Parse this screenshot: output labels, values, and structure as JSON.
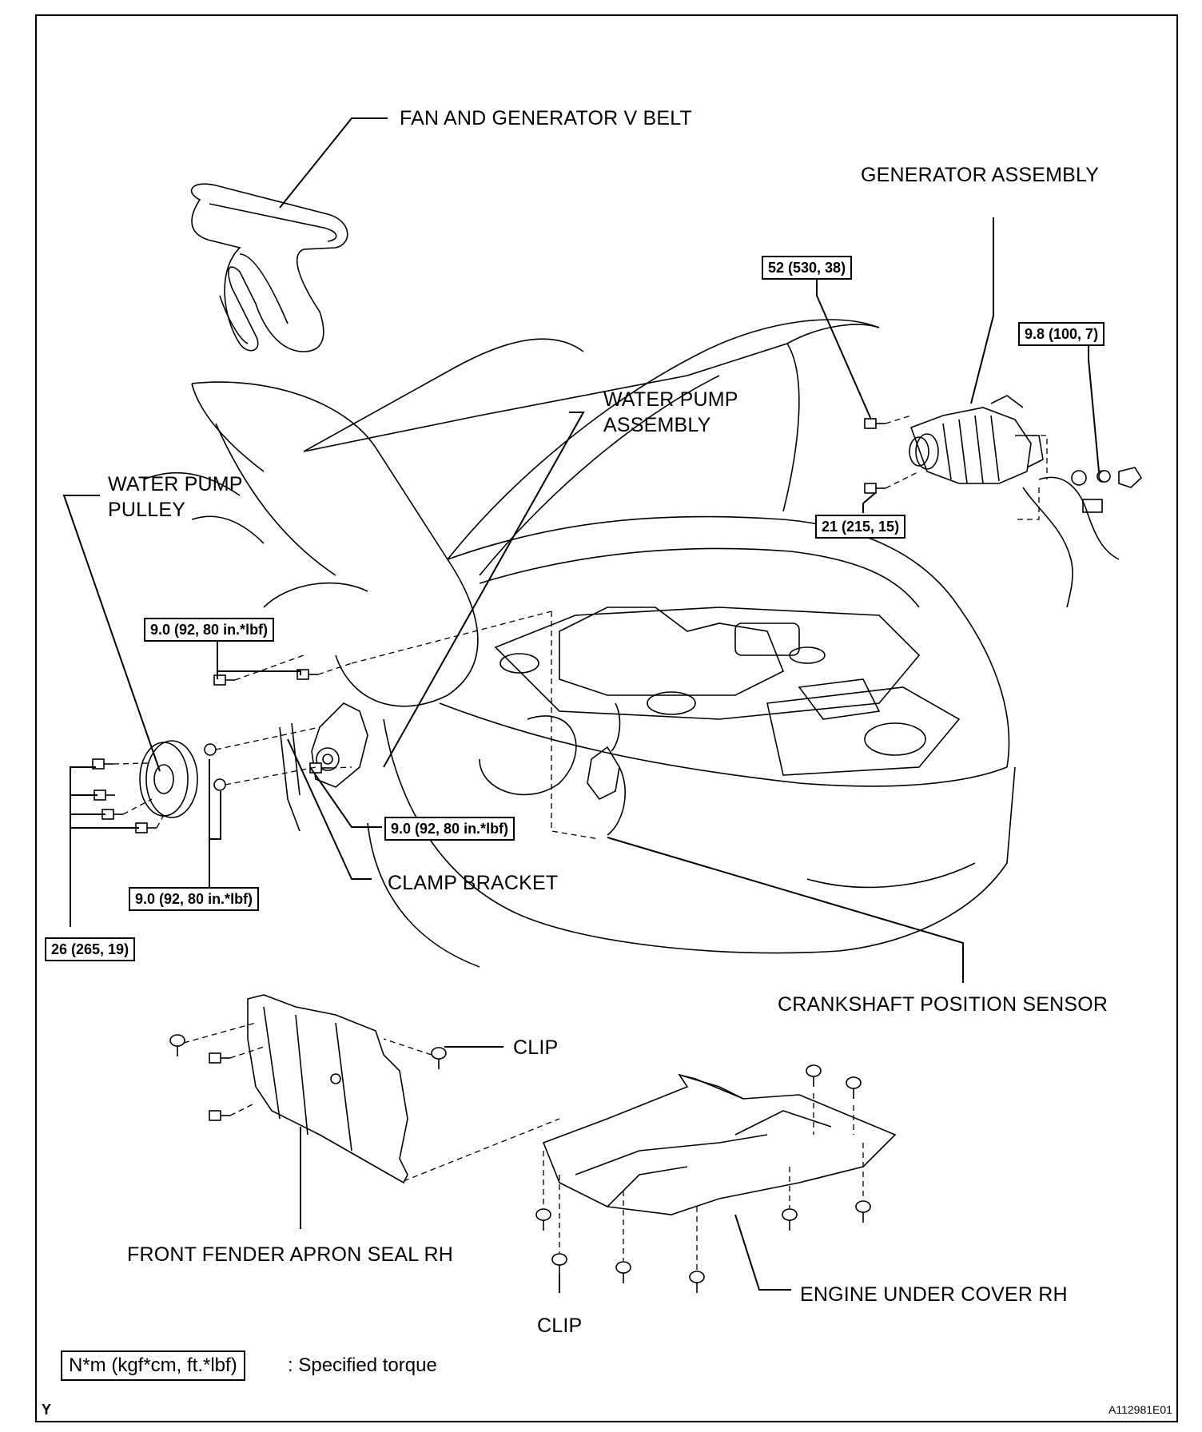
{
  "labels": {
    "fan_belt": "FAN AND GENERATOR V BELT",
    "generator": "GENERATOR ASSEMBLY",
    "water_pump_assembly_l1": "WATER PUMP",
    "water_pump_assembly_l2": "ASSEMBLY",
    "water_pump_pulley_l1": "WATER PUMP",
    "water_pump_pulley_l2": "PULLEY",
    "clamp_bracket": "CLAMP BRACKET",
    "crankshaft_sensor": "CRANKSHAFT POSITION SENSOR",
    "clip_upper": "CLIP",
    "clip_lower": "CLIP",
    "apron_seal": "FRONT FENDER APRON SEAL RH",
    "under_cover": "ENGINE UNDER COVER RH"
  },
  "torques": {
    "generator_upper": "52 (530, 38)",
    "generator_terminal": "9.8 (100, 7)",
    "generator_lower": "21 (215, 15)",
    "pump_upper": "9.0 (92, 80 in.*lbf)",
    "pump_right": "9.0 (92, 80 in.*lbf)",
    "pump_lower": "9.0 (92, 80 in.*lbf)",
    "pulley": "26 (265, 19)"
  },
  "legend": {
    "unit": "N*m (kgf*cm, ft.*lbf)",
    "description": ": Specified torque"
  },
  "corner_mark": "Y",
  "figure_code": "A112981E01"
}
